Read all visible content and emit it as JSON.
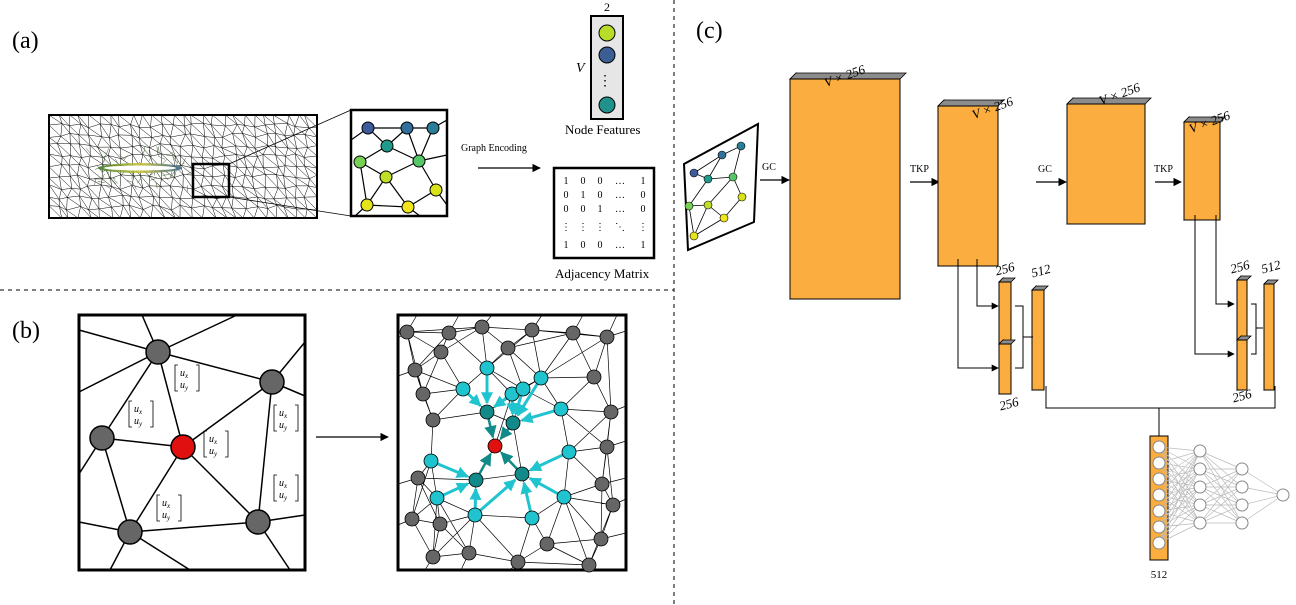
{
  "panels": {
    "a": {
      "label": "(a)",
      "arrow_text": "Graph Encoding",
      "node_features": {
        "title": "Node Features",
        "dim_top": "2",
        "dim_left": "V",
        "dots": "⋮"
      },
      "adjacency": {
        "title": "Adjacency Matrix",
        "rows": [
          [
            "1",
            "0",
            "0",
            "…",
            "1"
          ],
          [
            "0",
            "1",
            "0",
            "…",
            "0"
          ],
          [
            "0",
            "0",
            "1",
            "…",
            "0"
          ],
          [
            "⋮",
            "⋮",
            "⋮",
            "⋱",
            "⋮"
          ],
          [
            "1",
            "0",
            "0",
            "…",
            "1"
          ]
        ]
      }
    },
    "b": {
      "label": "(b)",
      "vec_top": "u",
      "vec_x": "x",
      "vec_y": "y"
    },
    "c": {
      "label": "(c)",
      "ops": {
        "gc1": "GC",
        "tkp1": "TKP",
        "gc2": "GC",
        "tkp2": "TKP"
      },
      "block_labels": {
        "b1": "V × 256",
        "b2": "V × 256",
        "b3": "V × 256",
        "b4": "V × 256"
      },
      "small_labels": {
        "left_top": "256",
        "left_mid": "512",
        "left_bottom": "256",
        "right_top": "256",
        "right_mid": "512",
        "right_bottom": "256"
      },
      "fc_label": "512"
    }
  },
  "colors": {
    "orange": "#FBAD3F",
    "gray_side": "#8C8C8C",
    "cyan": "#1FC4CF",
    "teal": "#128A8A",
    "red": "#E01010",
    "gray_node": "#6B6B6B"
  }
}
